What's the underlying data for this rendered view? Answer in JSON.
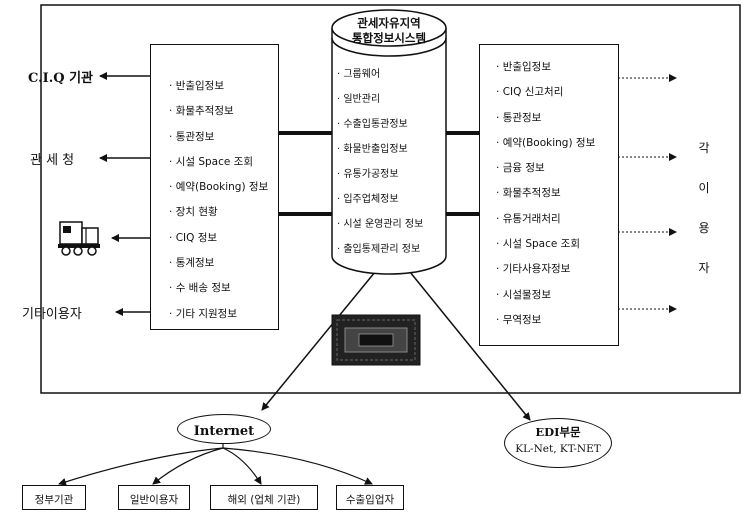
{
  "central": {
    "title": [
      "관세자유지역",
      "통합정보시스템"
    ],
    "items": [
      "그룹웨어",
      "일반관리",
      "수출입통관정보",
      "화물반출입정보",
      "유통가공정보",
      "입주업체정보",
      "시설 운영관리 정보",
      "출입통제관리 정보"
    ]
  },
  "left_panel": {
    "items": [
      "반출입정보",
      "화물추적정보",
      "통관정보",
      "시설 Space 조회",
      "예약(Booking) 정보",
      "장치 현황",
      "CIQ 정보",
      "통계정보",
      "수 배송 정보",
      "기타 지원정보"
    ]
  },
  "right_panel": {
    "items": [
      "반출입정보",
      "CIQ 신고처리",
      "통관정보",
      "예약(Booking) 정보",
      "금융 정보",
      "화물추적정보",
      "유통거래처리",
      "시설 Space 조회",
      "기타사용자정보",
      "시설물정보",
      "무역정보"
    ]
  },
  "left_targets": [
    "C.I.Q 기관",
    "관 세 청",
    "기타이용자"
  ],
  "icons": [
    "truck-icon",
    "server-icon"
  ],
  "right_label": [
    "각",
    "이",
    "용",
    "자"
  ],
  "internet": {
    "label": "Internet",
    "children": [
      "정부기관",
      "일반이용자",
      "해외 (업체 기관)",
      "수출입업자"
    ]
  },
  "edi": {
    "title": "EDI부문",
    "subtitle": "KL-Net, KT-NET"
  }
}
